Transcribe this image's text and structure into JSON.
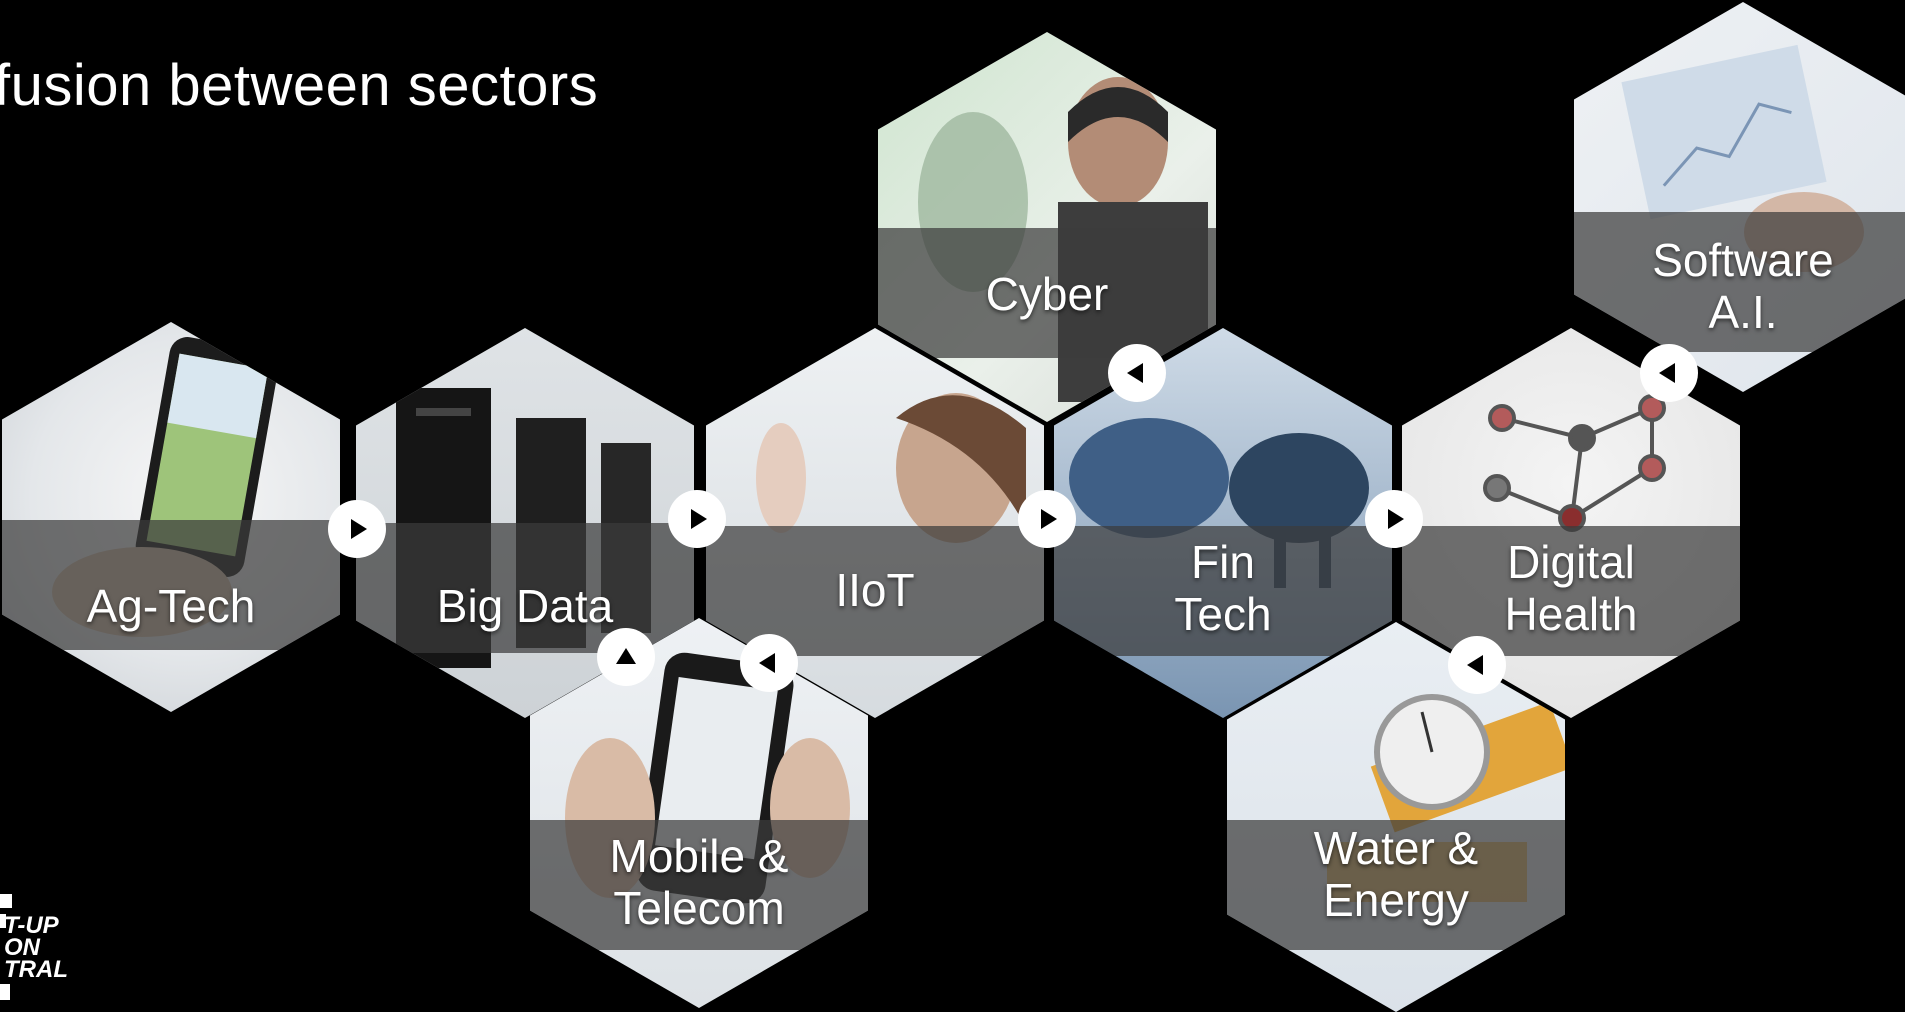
{
  "title": "fusion between sectors",
  "sectors": [
    {
      "id": "ag-tech",
      "label": "Ag-Tech"
    },
    {
      "id": "big-data",
      "label": "Big Data"
    },
    {
      "id": "iiot",
      "label": "IIoT"
    },
    {
      "id": "fintech",
      "label": "Fin\nTech"
    },
    {
      "id": "digital-health",
      "label": "Digital\nHealth"
    },
    {
      "id": "cyber",
      "label": "Cyber"
    },
    {
      "id": "software-ai",
      "label": "Software\nA.I."
    },
    {
      "id": "mobile-telecom",
      "label": "Mobile &\nTelecom"
    },
    {
      "id": "water-energy",
      "label": "Water &\nEnergy"
    }
  ],
  "logo": {
    "lines": [
      "T-UP",
      "ON",
      "TRAL"
    ]
  },
  "colors": {
    "background": "#000000",
    "band": "#3c3c3c",
    "text": "#ffffff",
    "arrow": "#ffffff"
  }
}
